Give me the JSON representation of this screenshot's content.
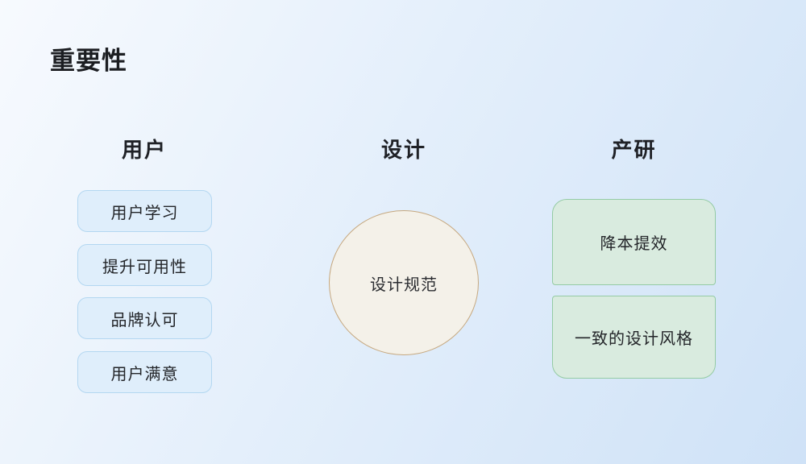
{
  "title": "重要性",
  "columns": {
    "user": {
      "header": "用户",
      "items": [
        "用户学习",
        "提升可用性",
        "品牌认可",
        "用户满意"
      ]
    },
    "design": {
      "header": "设计",
      "circle_label": "设计规范"
    },
    "product": {
      "header": "产研",
      "items": [
        "降本提效",
        "一致的设计风格"
      ]
    }
  },
  "colors": {
    "background_start": "#f7fafe",
    "background_end": "#cfe2f7",
    "blue_box_fill": "#dfeefb",
    "blue_box_border": "#b3d7f1",
    "green_box_fill": "#d9ebdf",
    "green_box_border": "#94cba4",
    "circle_fill": "#f4f1e9",
    "circle_border": "#c6a87f",
    "text": "#232529"
  }
}
